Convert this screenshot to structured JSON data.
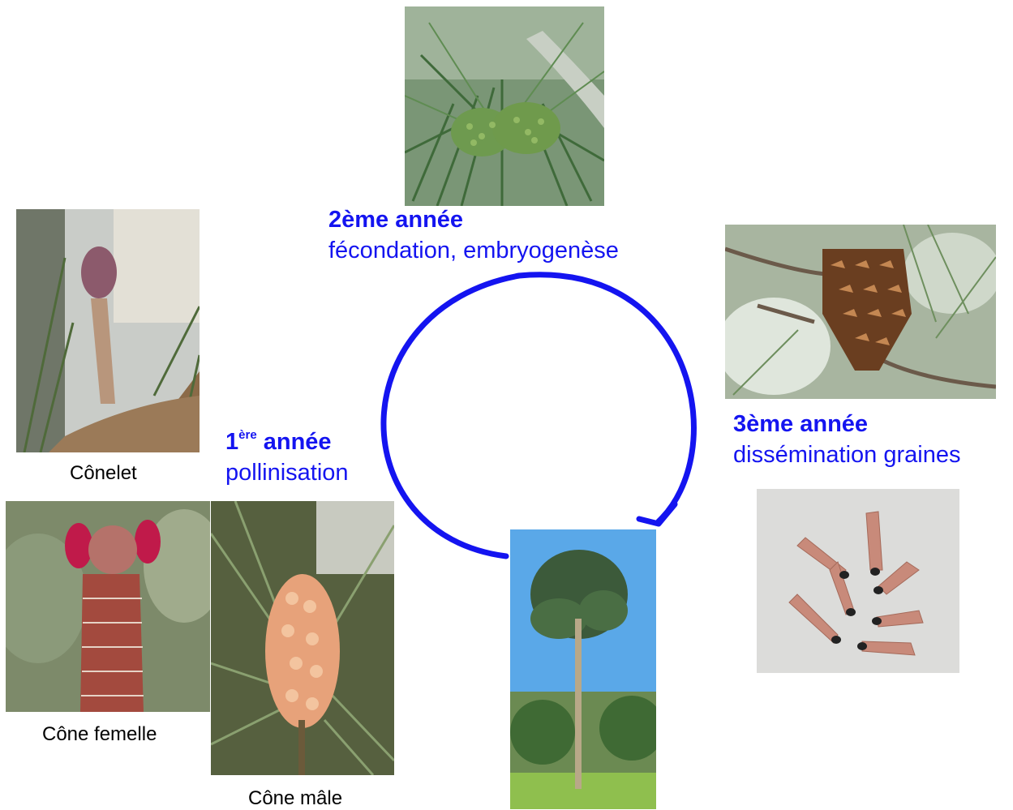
{
  "colors": {
    "accent": "#1414f0",
    "caption": "#000000"
  },
  "captions": {
    "conelet": "Cônelet",
    "cone_femelle": "Cône femelle",
    "cone_male": "Cône mâle"
  },
  "stages": {
    "year1": {
      "number": "1",
      "superscript": "ère",
      "word": "année",
      "description": "pollinisation"
    },
    "year2": {
      "title": "2ème année",
      "description": "fécondation, embryogenèse"
    },
    "year3": {
      "title": "3ème année",
      "description": "dissémination graines"
    }
  }
}
